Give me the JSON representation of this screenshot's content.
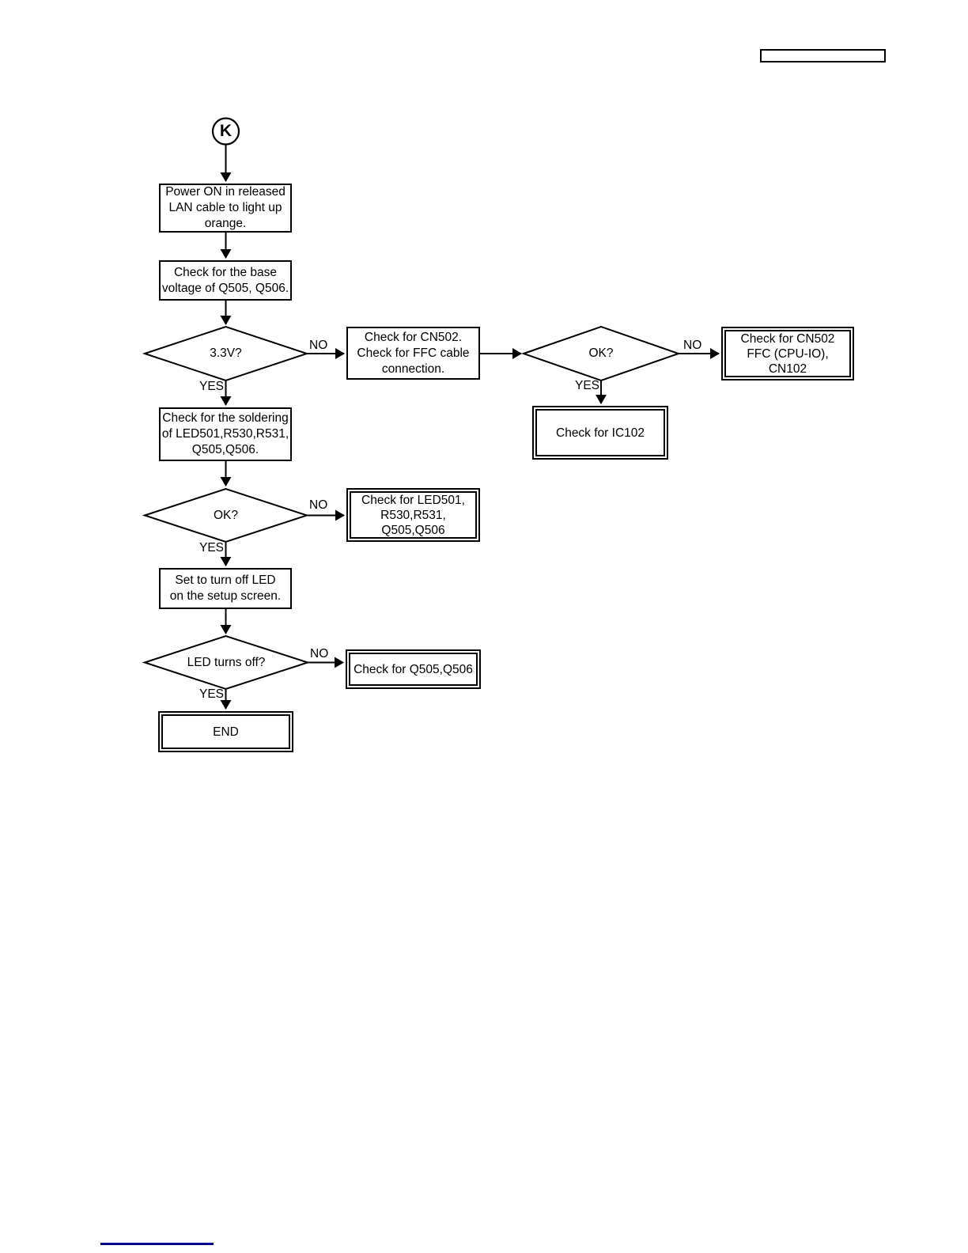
{
  "page": {
    "header_box_text": "",
    "footer_underline_color": "#00008B",
    "line_color": "#000000",
    "background": "#ffffff"
  },
  "labels": {
    "yes": "YES",
    "no": "NO"
  },
  "flowchart": {
    "start": "K",
    "nodes": {
      "power_on": "Power ON in released\nLAN cable to light up\norange.",
      "base_voltage": "Check for the base\nvoltage of Q505, Q506.",
      "v33": "3.3V?",
      "cn502_cable": "Check for CN502.\nCheck for FFC cable\nconnection.",
      "ok1": "OK?",
      "cn502_cpuio": "Check for CN502\nFFC (CPU-IO),\nCN102",
      "ic102": "Check for IC102",
      "soldering": "Check for the soldering\nof LED501,R530,R531,\nQ505,Q506.",
      "ok2": "OK?",
      "led501": "Check for LED501,\nR530,R531,\nQ505,Q506",
      "setup_led": "Set to turn off LED\non the setup screen.",
      "led_off": "LED turns off?",
      "q505": "Check for Q505,Q506",
      "end": "END"
    }
  }
}
